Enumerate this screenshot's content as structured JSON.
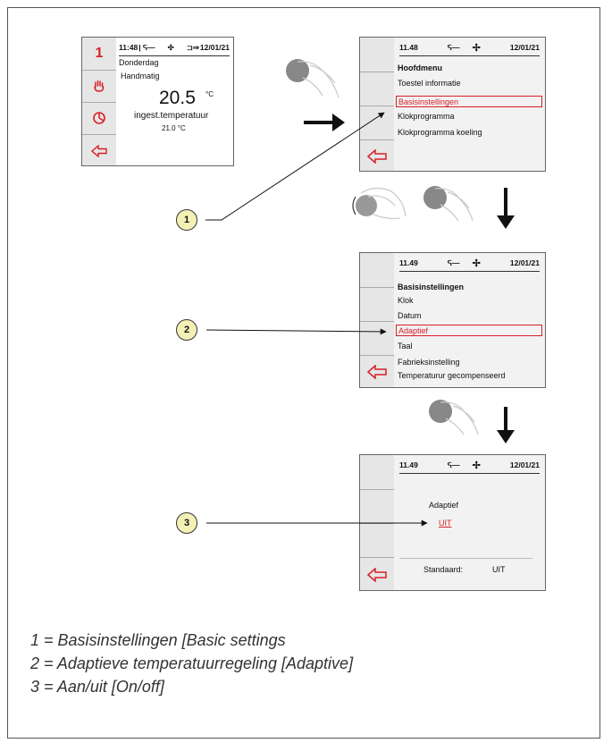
{
  "screen1": {
    "side": [
      "1",
      "hand-icon",
      "clock-program-icon",
      "back-arrow-icon"
    ],
    "time": "11:48",
    "date": "12/01/21",
    "day": "Donderdag",
    "mode": "Handmatig",
    "temperature": "20.5",
    "unit": "°C",
    "temp_label": "ingest.temperatuur",
    "setpoint": "21.0 °C"
  },
  "screen2": {
    "time": "11.48",
    "date": "12/01/21",
    "title": "Hoofdmenu",
    "items": [
      "Toestel informatie",
      "Basisinstellingen",
      "Klokprogramma",
      "Klokprogramma  koeling"
    ],
    "selected_index": 1
  },
  "screen3": {
    "time": "11.49",
    "date": "12/01/21",
    "title": "Basisinstellingen",
    "items": [
      "Klok",
      "Datum",
      "Adaptief",
      "Taal",
      "Fabrieksinstelling",
      "Temperaturur gecompenseerd"
    ],
    "selected_index": 2
  },
  "screen4": {
    "time": "11.49",
    "date": "12/01/21",
    "label": "Adaptief",
    "value": "UIT",
    "default_label": "Standaard:",
    "default_value": "UIT"
  },
  "callouts": [
    "1",
    "2",
    "3"
  ],
  "legend": [
    "1  = Basisinstellingen [Basic settings",
    "2  = Adaptieve temperatuurregeling [Adaptive]",
    "3  = Aan/uit [On/off]"
  ],
  "colors": {
    "accent": "#d81f26",
    "callout_fill": "#f5f0b5"
  }
}
